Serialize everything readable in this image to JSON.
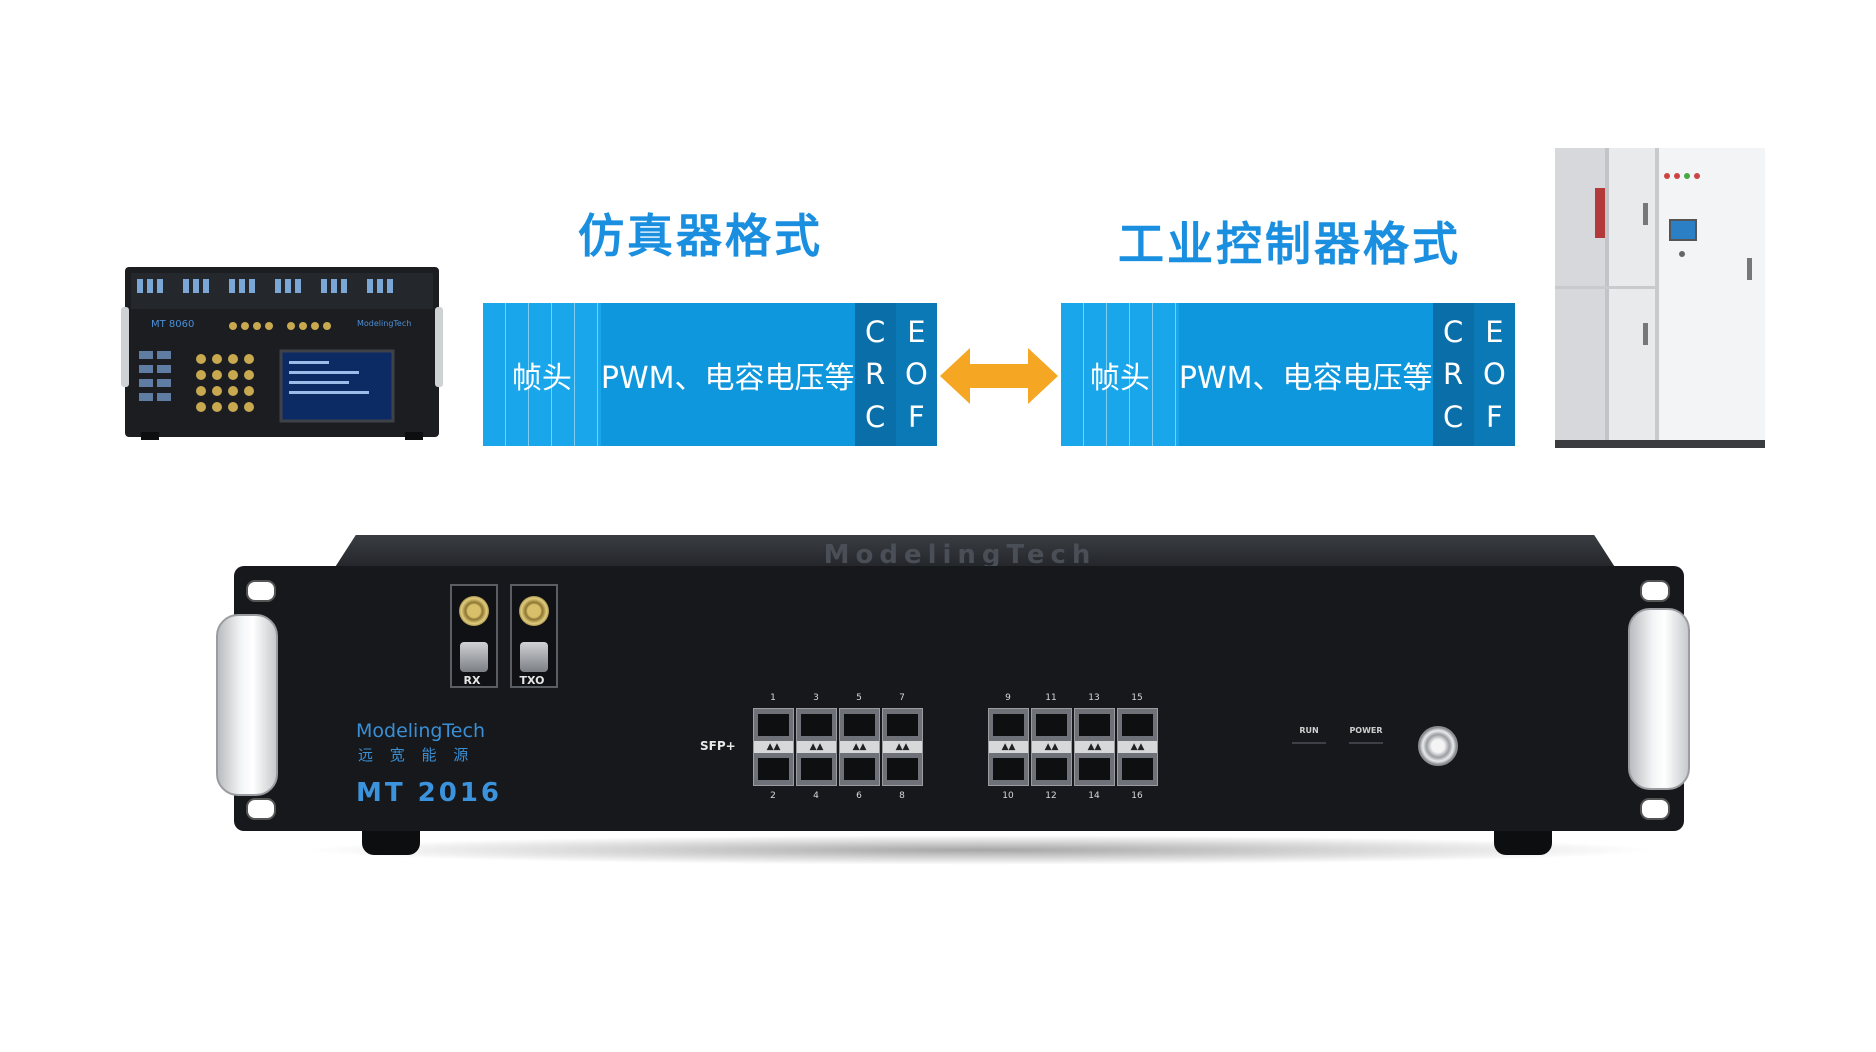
{
  "left_heading": "仿真器格式",
  "right_heading": "工业控制器格式",
  "left_frame": {
    "header": "帧头",
    "payload": "PWM、电容电压等",
    "crc": [
      "C",
      "R",
      "C"
    ],
    "eof": [
      "E",
      "O",
      "F"
    ]
  },
  "right_frame": {
    "header": "帧头",
    "payload": "PWM、电容电压等",
    "crc": [
      "C",
      "R",
      "C"
    ],
    "eof": [
      "E",
      "O",
      "F"
    ]
  },
  "arrow_color": "#f5a623",
  "accent_color": "#1a8fe0",
  "simulator": {
    "model": "MT 8060",
    "brand": "ModelingTech"
  },
  "device": {
    "top_logo": "ModelingTech",
    "brand": "ModelingTech",
    "brand_cn": "远 宽 能 源",
    "model": "MT 2016",
    "rx_label": "RX",
    "tx_label": "TXO",
    "sfp_label": "SFP+",
    "ports_top_left": [
      "1",
      "3",
      "5",
      "7"
    ],
    "ports_bottom_left": [
      "2",
      "4",
      "6",
      "8"
    ],
    "ports_top_right": [
      "9",
      "11",
      "13",
      "15"
    ],
    "ports_bottom_right": [
      "10",
      "12",
      "14",
      "16"
    ],
    "run_label": "RUN",
    "power_label": "POWER"
  }
}
